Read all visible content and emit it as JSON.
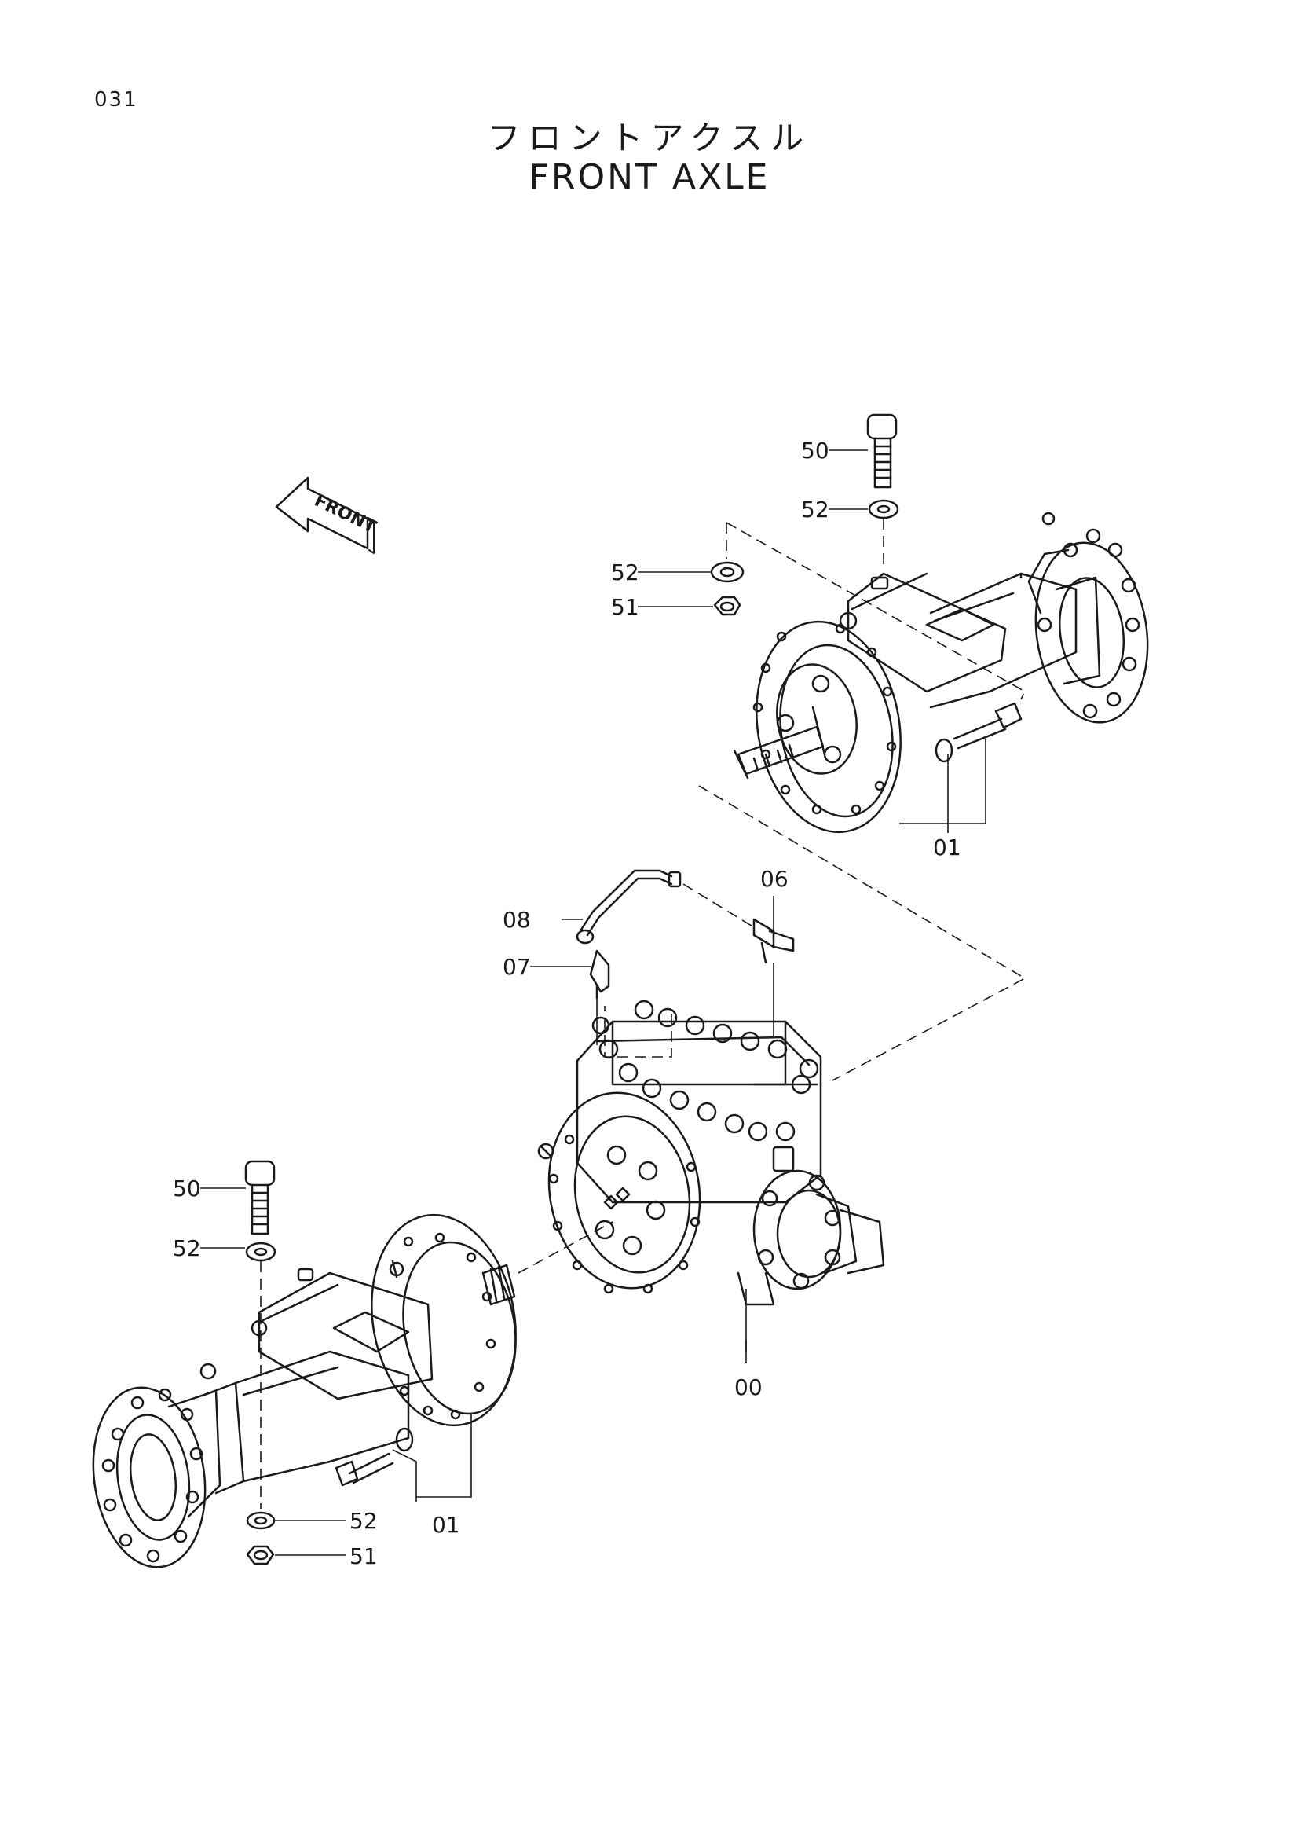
{
  "page_number": "031",
  "title_jp": "フロントアクスル",
  "title_en": "FRONT  AXLE",
  "front_arrow": "FRONT",
  "callouts": {
    "top_50": "50",
    "top_52a": "52",
    "top_52b": "52",
    "top_51": "51",
    "top_01": "01",
    "mid_06": "06",
    "mid_08": "08",
    "mid_07": "07",
    "center_00": "00",
    "bottom_50": "50",
    "bottom_52a": "52",
    "bottom_52b": "52",
    "bottom_51": "51",
    "bottom_01": "01"
  }
}
